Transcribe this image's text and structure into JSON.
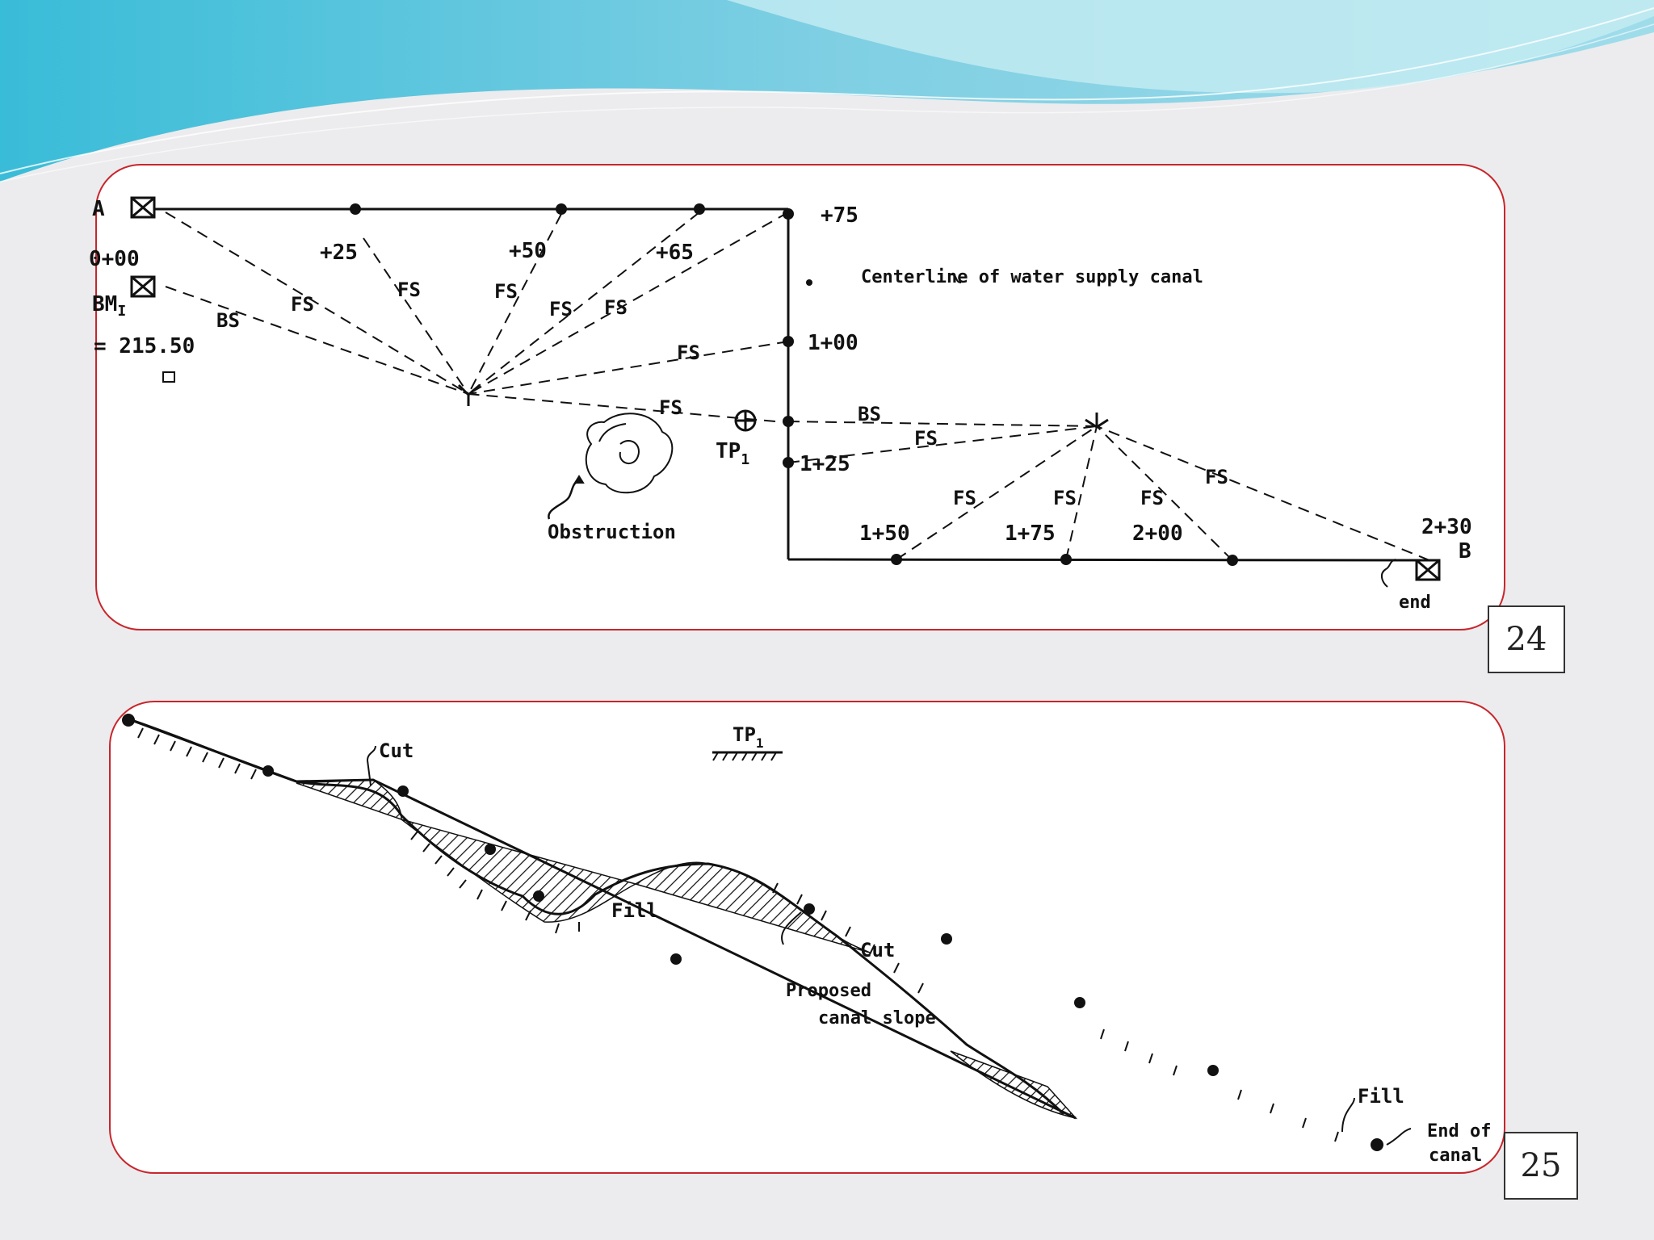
{
  "theme": {
    "wave_colors": [
      "#5cc3dc",
      "#8fd6e8",
      "#b9e6ef"
    ],
    "panel_border": "#c8262c"
  },
  "plan_view": {
    "point_a_label": "A",
    "station_start": "0+00",
    "bm_label": "BM",
    "bm_subscript": "I",
    "elev_label": "= 215.50",
    "stations": {
      "s25": "+25",
      "s50": "+50",
      "s65": "+65",
      "s75": "+75",
      "s100": "1+00",
      "s125": "1+25",
      "s150": "1+50",
      "s175": "1+75",
      "s200": "2+00",
      "s230": "2+30"
    },
    "centerline_label": "Centerline of water supply canal",
    "fs": "FS",
    "bs": "BS",
    "tp_label": "TP",
    "tp_subscript": "1",
    "obstruction_label": "Obstruction",
    "point_b_label": "B",
    "end_label": "end"
  },
  "profile_view": {
    "tp_label": "TP",
    "tp_subscript": "1",
    "cut_label_1": "Cut",
    "fill_label_1": "Fill",
    "cut_label_2": "Cut",
    "proposed_line1": "Proposed",
    "proposed_line2": "canal slope",
    "fill_label_2": "Fill",
    "end_line1": "End of",
    "end_line2": "canal"
  },
  "page_numbers": {
    "p24": "24",
    "p25": "25"
  }
}
